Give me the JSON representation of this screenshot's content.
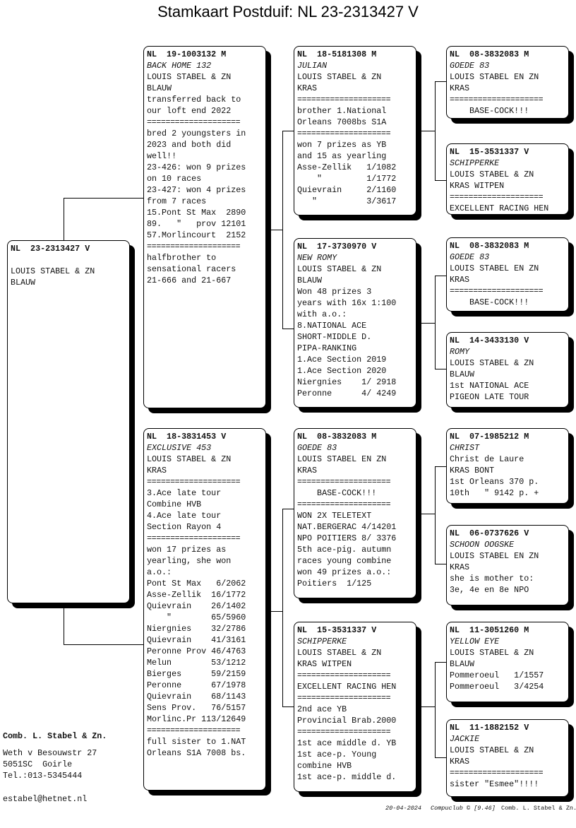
{
  "title": "Stamkaart Postduif: NL  23-2313427 V",
  "pigeons": {
    "subject": [
      "NL  23-2313427 V",
      "",
      "LOUIS STABEL & ZN",
      "BLAUW"
    ],
    "sire": [
      "NL  19-1003132 M",
      "BACK HOME 132",
      "LOUIS STABEL & ZN",
      "BLAUW",
      "transferred back to",
      "our loft end 2022",
      "====================",
      "bred 2 youngsters in",
      "2023 and both did",
      "well!!",
      "23-426: won 9 prizes",
      "on 10 races",
      "23-427: won 4 prizes",
      "from 7 races",
      "15.Pont St Max  2890",
      "89.   \"   prov 12101",
      "57.Morlincourt  2152",
      "====================",
      "halfbrother to",
      "sensational racers",
      "21-666 and 21-667"
    ],
    "dam": [
      "NL  18-3831453 V",
      "EXCLUSIVE 453",
      "LOUIS STABEL & ZN",
      "KRAS",
      "====================",
      "3.Ace late tour",
      "Combine HVB",
      "4.Ace late tour",
      "Section Rayon 4",
      "====================",
      "won 17 prizes as",
      "yearling, she won",
      "a.o.:",
      "Pont St Max   6/2062",
      "Asse-Zellik  16/1772",
      "Quievrain    26/1402",
      "    \"        65/5960",
      "Niergnies    32/2786",
      "Quievrain    41/3161",
      "Peronne Prov 46/4763",
      "Melun        53/1212",
      "Bierges      59/2159",
      "Peronne      67/1978",
      "Quievrain    68/1143",
      "Sens Prov.   76/5157",
      "Morlinc.Pr 113/12649",
      "====================",
      "full sister to 1.NAT",
      "Orleans S1A 7008 bs."
    ],
    "ss": [
      "NL  18-5181308 M",
      "JULIAN",
      "LOUIS STABEL & ZN",
      "KRAS",
      "====================",
      "brother 1.National",
      "Orleans 7008bs S1A",
      "====================",
      "won 7 prizes as YB",
      "and 15 as yearling",
      "Asse-Zellik   1/1082",
      "    \"         1/1772",
      "Quievrain     2/1160",
      "   \"          3/3617"
    ],
    "sd": [
      "NL  17-3730970 V",
      "NEW ROMY",
      "LOUIS STABEL & ZN",
      "BLAUW",
      "Won 48 prizes 3",
      "years with 16x 1:100",
      "with a.o.:",
      "8.NATIONAL ACE",
      "SHORT-MIDDLE D.",
      "PIPA-RANKING",
      "1.Ace Section 2019",
      "1.Ace Section 2020",
      "Niergnies    1/ 2918",
      "Peronne      4/ 4249"
    ],
    "ds": [
      "NL  08-3832083 M",
      "GOEDE 83",
      "LOUIS STABEL EN ZN",
      "KRAS",
      "====================",
      "    BASE-COCK!!!",
      "====================",
      "WON 2X TELETEXT",
      "NAT.BERGERAC 4/14201",
      "NPO POITIERS 8/ 3376",
      "5th ace-pig. autumn",
      "races young combine",
      "won 49 prizes a.o.:",
      "Poitiers  1/125"
    ],
    "dd": [
      "NL  15-3531337 V",
      "SCHIPPERKE",
      "LOUIS STABEL & ZN",
      "KRAS WITPEN",
      "====================",
      "EXCELLENT RACING HEN",
      "====================",
      "2nd ace YB",
      "Provincial Brab.2000",
      "====================",
      "1st ace middle d. YB",
      "1st ace-p. Young",
      "combine HVB",
      "1st ace-p. middle d."
    ],
    "sss": [
      "NL  08-3832083 M",
      "GOEDE 83",
      "LOUIS STABEL EN ZN",
      "KRAS",
      "====================",
      "    BASE-COCK!!!"
    ],
    "ssd": [
      "NL  15-3531337 V",
      "SCHIPPERKE",
      "LOUIS STABEL & ZN",
      "KRAS WITPEN",
      "====================",
      "EXCELLENT RACING HEN"
    ],
    "sds": [
      "NL  08-3832083 M",
      "GOEDE 83",
      "LOUIS STABEL EN ZN",
      "KRAS",
      "====================",
      "    BASE-COCK!!!"
    ],
    "sdd": [
      "NL  14-3433130 V",
      "ROMY",
      "LOUIS STABEL & ZN",
      "BLAUW",
      "1st NATIONAL ACE",
      "PIGEON LATE TOUR"
    ],
    "dss": [
      "NL  07-1985212 M",
      "CHRIST",
      "Christ de Laure",
      "KRAS BONT",
      "1st Orleans 370 p.",
      "10th   \" 9142 p. +"
    ],
    "dsd": [
      "NL  06-0737626 V",
      "SCHOON OOGSKE",
      "LOUIS STABEL EN ZN",
      "KRAS",
      "she is mother to:",
      "3e, 4e en 8e NPO"
    ],
    "dds": [
      "NL  11-3051260 M",
      "YELLOW EYE",
      "LOUIS STABEL & ZN",
      "BLAUW",
      "Pommeroeul   1/1557",
      "Pommeroeul   3/4254"
    ],
    "ddd": [
      "NL  11-1882152 V",
      "JACKIE",
      "LOUIS STABEL & ZN",
      "KRAS",
      "====================",
      "sister \"Esmee\"!!!!"
    ]
  },
  "owner": {
    "name": "Comb. L. Stabel & Zn.",
    "street": "Weth v Besouwstr 27",
    "city": "5051SC  Goirle",
    "phone": "Tel.:013-5345444",
    "email": "estabel@hetnet.nl"
  },
  "footer": {
    "date": "20-04-2024",
    "software": "Compuclub © [9.46]",
    "owner": "Comb. L. Stabel & Zn."
  }
}
